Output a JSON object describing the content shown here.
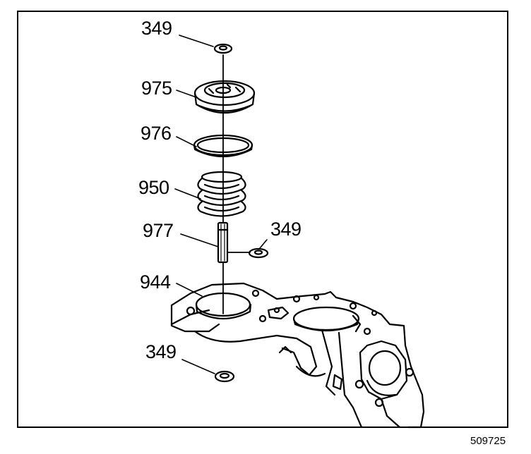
{
  "figure_number": "509725",
  "callouts": [
    {
      "id": "c1",
      "text": "349"
    },
    {
      "id": "c2",
      "text": "975"
    },
    {
      "id": "c3",
      "text": "976"
    },
    {
      "id": "c4",
      "text": "950"
    },
    {
      "id": "c5",
      "text": "977"
    },
    {
      "id": "c6",
      "text": "349"
    },
    {
      "id": "c7",
      "text": "944"
    },
    {
      "id": "c8",
      "text": "349"
    }
  ],
  "colors": {
    "ink": "#000000",
    "paper": "#ffffff"
  }
}
